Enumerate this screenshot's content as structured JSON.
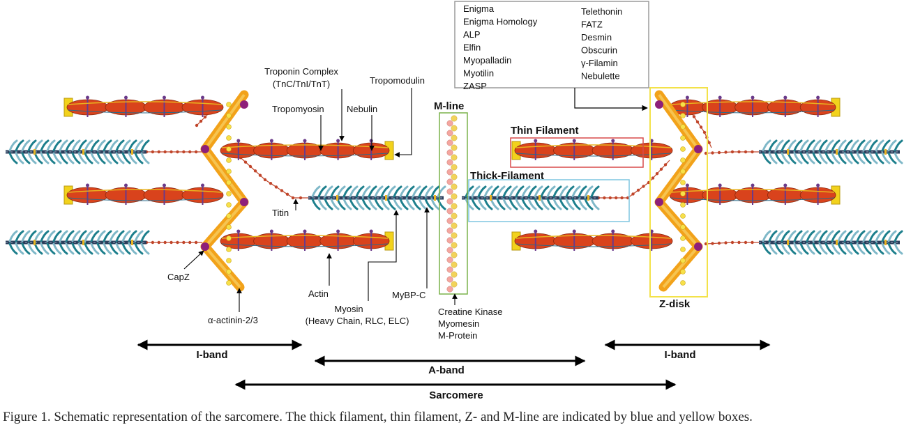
{
  "legend_box": {
    "left_items": [
      "Enigma",
      "Enigma Homology",
      "ALP",
      "Elfin",
      "Myopalladin",
      "Myotilin",
      "ZASP"
    ],
    "right_items": [
      "Telethonin",
      "FATZ",
      "Desmin",
      "Obscurin",
      "γ-Filamin",
      "Nebulette"
    ]
  },
  "labels": {
    "troponin_line1": "Troponin Complex",
    "troponin_line2": "(TnC/TnI/TnT)",
    "tropomodulin": "Tropomodulin",
    "tropomyosin": "Tropomyosin",
    "nebulin": "Nebulin",
    "titin": "Titin",
    "capz": "CapZ",
    "actinin": "α-actinin-2/3",
    "actin": "Actin",
    "myosin_line1": "Myosin",
    "myosin_line2": "(Heavy Chain, RLC, ELC)",
    "mybpc": "MyBP-C",
    "creatine_line1": "Creatine Kinase",
    "creatine_line2": "Myomesin",
    "creatine_line3": "M-Protein",
    "m_line": "M-line",
    "thin_filament": "Thin Filament",
    "thick_filament": "Thick-Filament",
    "z_disk": "Z-disk"
  },
  "bands": {
    "i_band_left": "I-band",
    "i_band_right": "I-band",
    "a_band": "A-band",
    "sarcomere": "Sarcomere"
  },
  "caption": "Figure 1.  Schematic representation of the sarcomere. The thick filament, thin filament, Z- and M-line are indicated by blue and yellow boxes.",
  "colors": {
    "actin": "#d9431c",
    "actin_dark": "#8a2a10",
    "tropomyosin": "#e8b320",
    "alpha_actinin": "#f2a21a",
    "capz": "#8e1f7a",
    "myosin_head": "#1d7f8c",
    "myosin_head_light": "#7fb8c8",
    "thick_core": "#2c3f5c",
    "titin": "#c0452a",
    "thin_box": "#d84a4a",
    "thick_box": "#7fc6e0",
    "zdisk_box": "#f3e24a",
    "mline_box": "#7ab24a"
  }
}
